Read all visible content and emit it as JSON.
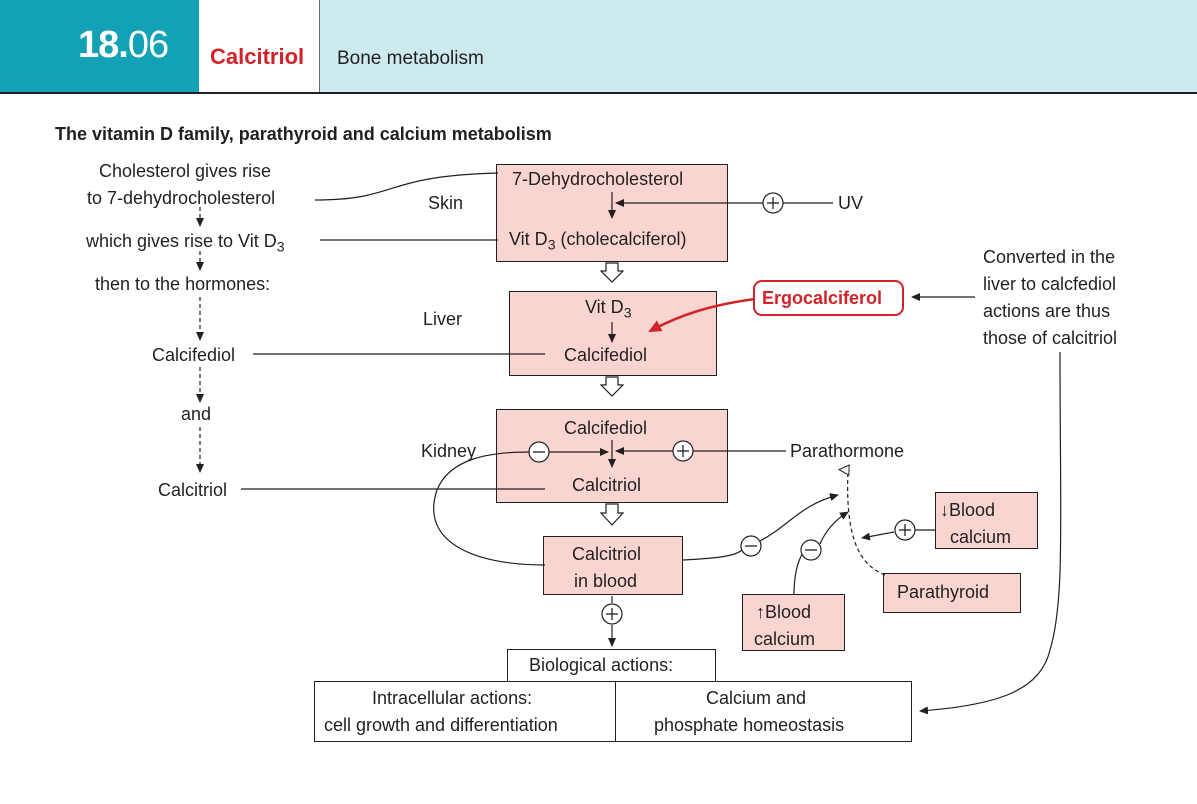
{
  "header": {
    "chapter_number": "18.",
    "chapter_sub": "06",
    "topic": "Calcitriol",
    "section": "Bone metabolism",
    "colors": {
      "teal": "#13a2b5",
      "light_teal": "#cdebee",
      "red": "#d0232a",
      "pink": "#f9d5d1"
    }
  },
  "diagram": {
    "title": "The vitamin D family, parathyroid and calcium metabolism",
    "left_text": {
      "line1": "Cholesterol gives rise",
      "line2": "to 7-dehydrocholesterol",
      "line3_prefix": "which gives rise to Vit D",
      "line3_sub": "3",
      "line4": "then to the hormones:",
      "calcifediol": "Calcifediol",
      "and": "and",
      "calcitriol": "Calcitriol"
    },
    "organs": {
      "skin": "Skin",
      "liver": "Liver",
      "kidney": "Kidney"
    },
    "skin_box": {
      "top": "7-Dehydrocholesterol",
      "bottom_prefix": "Vit D",
      "bottom_sub": "3",
      "bottom_suffix": " (cholecalciferol)"
    },
    "uv": "UV",
    "liver_box": {
      "top_prefix": "Vit D",
      "top_sub": "3",
      "bottom": "Calcifediol"
    },
    "ergocalciferol": "Ergocalciferol",
    "right_note": {
      "line1": "Converted in the",
      "line2": "liver to calcfediol",
      "line3": "actions are thus",
      "line4": "those of calcitriol"
    },
    "kidney_box": {
      "top": "Calcifediol",
      "bottom": "Calcitriol"
    },
    "parathormone": "Parathormone",
    "blood_box": {
      "line1": "Calcitriol",
      "line2": "in blood"
    },
    "low_calcium": {
      "line1": "↓Blood",
      "line2": "calcium"
    },
    "high_calcium": {
      "line1": "↑Blood",
      "line2": "calcium"
    },
    "parathyroid": "Parathyroid",
    "bio_header": "Biological actions:",
    "bio_left": {
      "line1": "Intracellular actions:",
      "line2": "cell growth and differentiation"
    },
    "bio_right": {
      "line1": "Calcium and",
      "line2": "phosphate homeostasis"
    }
  }
}
